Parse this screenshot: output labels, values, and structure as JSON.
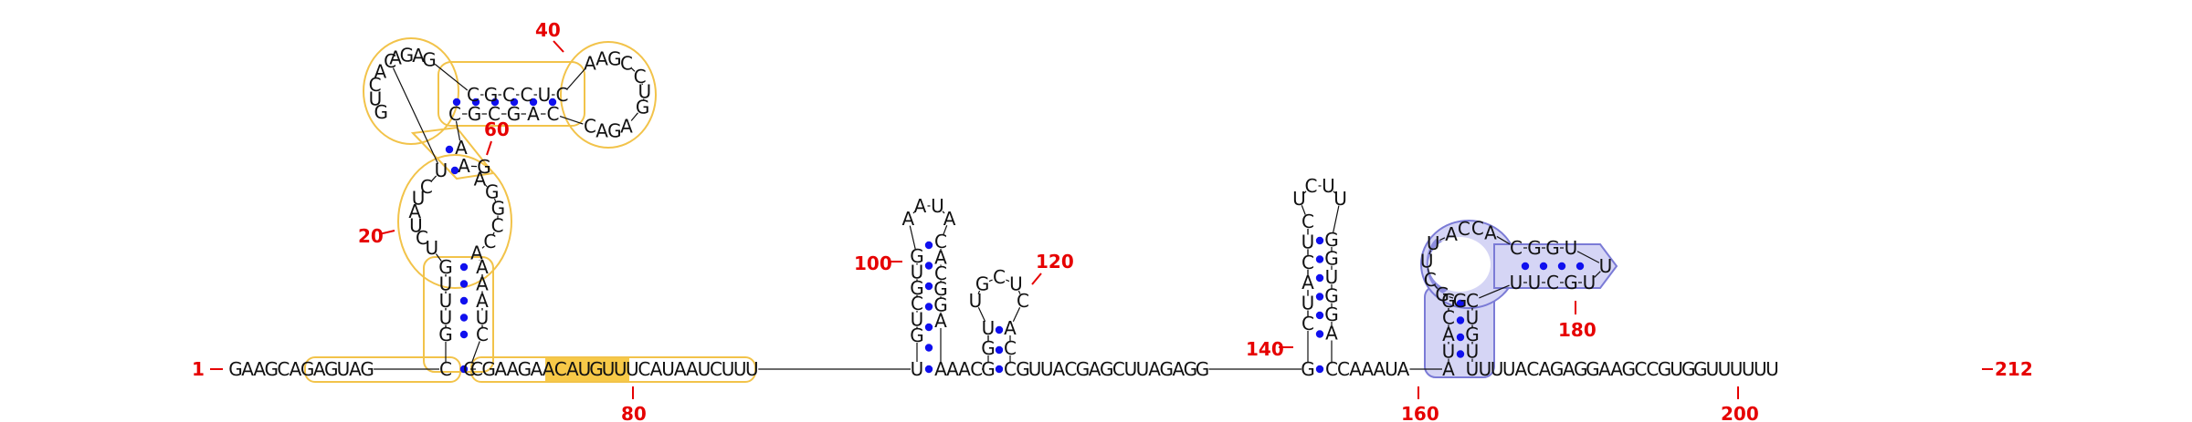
{
  "diagram": {
    "colors": {
      "yellow_outline": "#f2c34a",
      "yellow_fill": "#fde6a0",
      "yellow_dark": "#f7c948",
      "blue_outline": "#7b7bd6",
      "blue_fill": "#d5d5f5",
      "blue_dark": "#8d8ddf",
      "pair_dot": "#1010ee",
      "number_red": "#e60000"
    },
    "numbers": {
      "n1": "1",
      "n20": "20",
      "n40": "40",
      "n60": "60",
      "n80": "80",
      "n100": "100",
      "n120": "120",
      "n140": "140",
      "n160": "160",
      "n180": "180",
      "n200": "200",
      "n212": "212"
    },
    "baseline": {
      "leader": "GAAG",
      "yellow_5prime": "CAGAGUAG",
      "yellow_3prime": "CGAAGAACAUGUUUC",
      "linker1": "AUAAUCUUU",
      "linker2": "AAC",
      "linker3": "GUUACGAGCUUAGAGG",
      "linker4": "CAAAUA",
      "tail": "UUUACAGAGGAAGCCGUGGUUUUUU"
    },
    "hairpin1": {
      "left": "GUCGUG",
      "loop": "AAUA",
      "right": "CACGGA"
    },
    "hairpin2": {
      "left": "GU",
      "loop": "UGCUC",
      "right": "AC"
    },
    "hairpin3": {
      "left": "CUACUC",
      "loop": "UCUU",
      "right": "GGUGGA"
    },
    "yellow_domain": {
      "stem_left": "GUUUG",
      "stem_right": "AAAUC",
      "internal_left": "UCUAUC",
      "internal_right": "AGGCCA",
      "pair_A": "A",
      "pair_U": "U",
      "bulge_A": "A",
      "bulge_G": "G",
      "arm_left": "GUCAC",
      "arm_top": "AGAG",
      "stem_top": "CGCCUC",
      "stem_bottom": "CGCGAC",
      "arm_right_top": "AAGC",
      "arm_right_side": "CUG",
      "arm_right_bottom": "AGAC"
    },
    "blue_domain": {
      "stem_left": "GCAU",
      "stem_right": "CUGU",
      "loop_left": "GGCUU",
      "loop_top": "ACCA",
      "arm_top": "CGGU",
      "arm_tip": "U",
      "arm_bottom": "UGCUU"
    }
  }
}
